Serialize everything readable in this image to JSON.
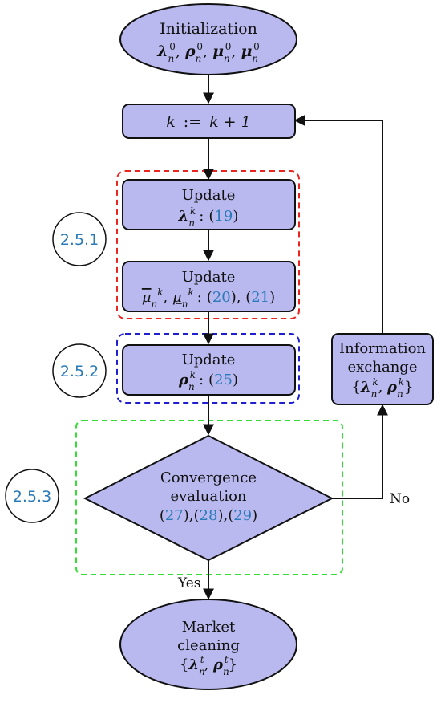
{
  "colors": {
    "node_fill": "#b9b9f0",
    "node_stroke": "#111111",
    "ref_color": "#2a7ab8",
    "group_251": "#e8261f",
    "group_252": "#1f1fd0",
    "group_253": "#33dd33"
  },
  "start": {
    "title": "Initialization",
    "vars": [
      "λ",
      "ρ",
      "μ",
      "μ"
    ],
    "sup": "0",
    "sub": "n"
  },
  "counter": {
    "k": "k",
    "assign": ":=",
    "rhs": "k + 1"
  },
  "update_lambda": {
    "title": "Update",
    "symbol": "λ",
    "sub": "n",
    "sup": "k",
    "colon": ":",
    "ref": "19"
  },
  "update_mu": {
    "title": "Update",
    "symbol_bar": "μ",
    "symbol_under": "μ",
    "sub": "n",
    "sup": "k",
    "colon": ":",
    "ref1": "20",
    "ref2": "21"
  },
  "update_rho": {
    "title": "Update",
    "symbol": "ρ",
    "sub": "n",
    "sup": "k",
    "colon": ":",
    "ref": "25"
  },
  "convergence": {
    "line1": "Convergence",
    "line2": "evaluation",
    "ref1": "27",
    "ref2": "28",
    "ref3": "29"
  },
  "exchange": {
    "line1": "Information",
    "line2": "exchange",
    "sym1": "λ",
    "sym2": "ρ",
    "sub": "n",
    "sup": "k"
  },
  "end": {
    "line1": "Market",
    "line2": "cleaning",
    "sym1": "λ",
    "sym2": "ρ",
    "sub": "n",
    "sup": "t"
  },
  "labels": {
    "yes": "Yes",
    "no": "No"
  },
  "badges": {
    "b1": "2.5.1",
    "b2": "2.5.2",
    "b3": "2.5.3"
  }
}
